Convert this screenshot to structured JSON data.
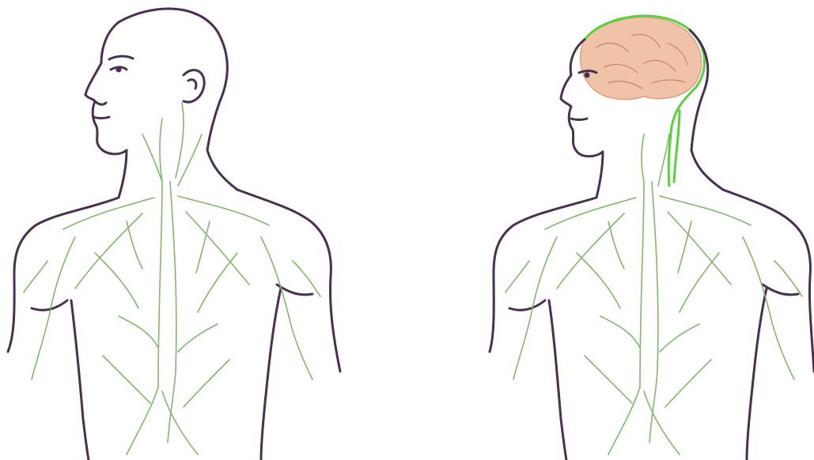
{
  "figures": [
    {
      "id": "left",
      "subject": "lymphatic-system-without-brain-vessels",
      "outline_color": "#4a3050",
      "vessel_color": "#7fb06a",
      "skin_color": "#ffffff"
    },
    {
      "id": "right",
      "subject": "lymphatic-system-with-meningeal-vessels",
      "outline_color": "#4a3050",
      "vessel_color": "#7fb06a",
      "highlight_vessel_color": "#59d13d",
      "brain_color": "#f0c3a8",
      "skin_color": "#ffffff"
    }
  ]
}
